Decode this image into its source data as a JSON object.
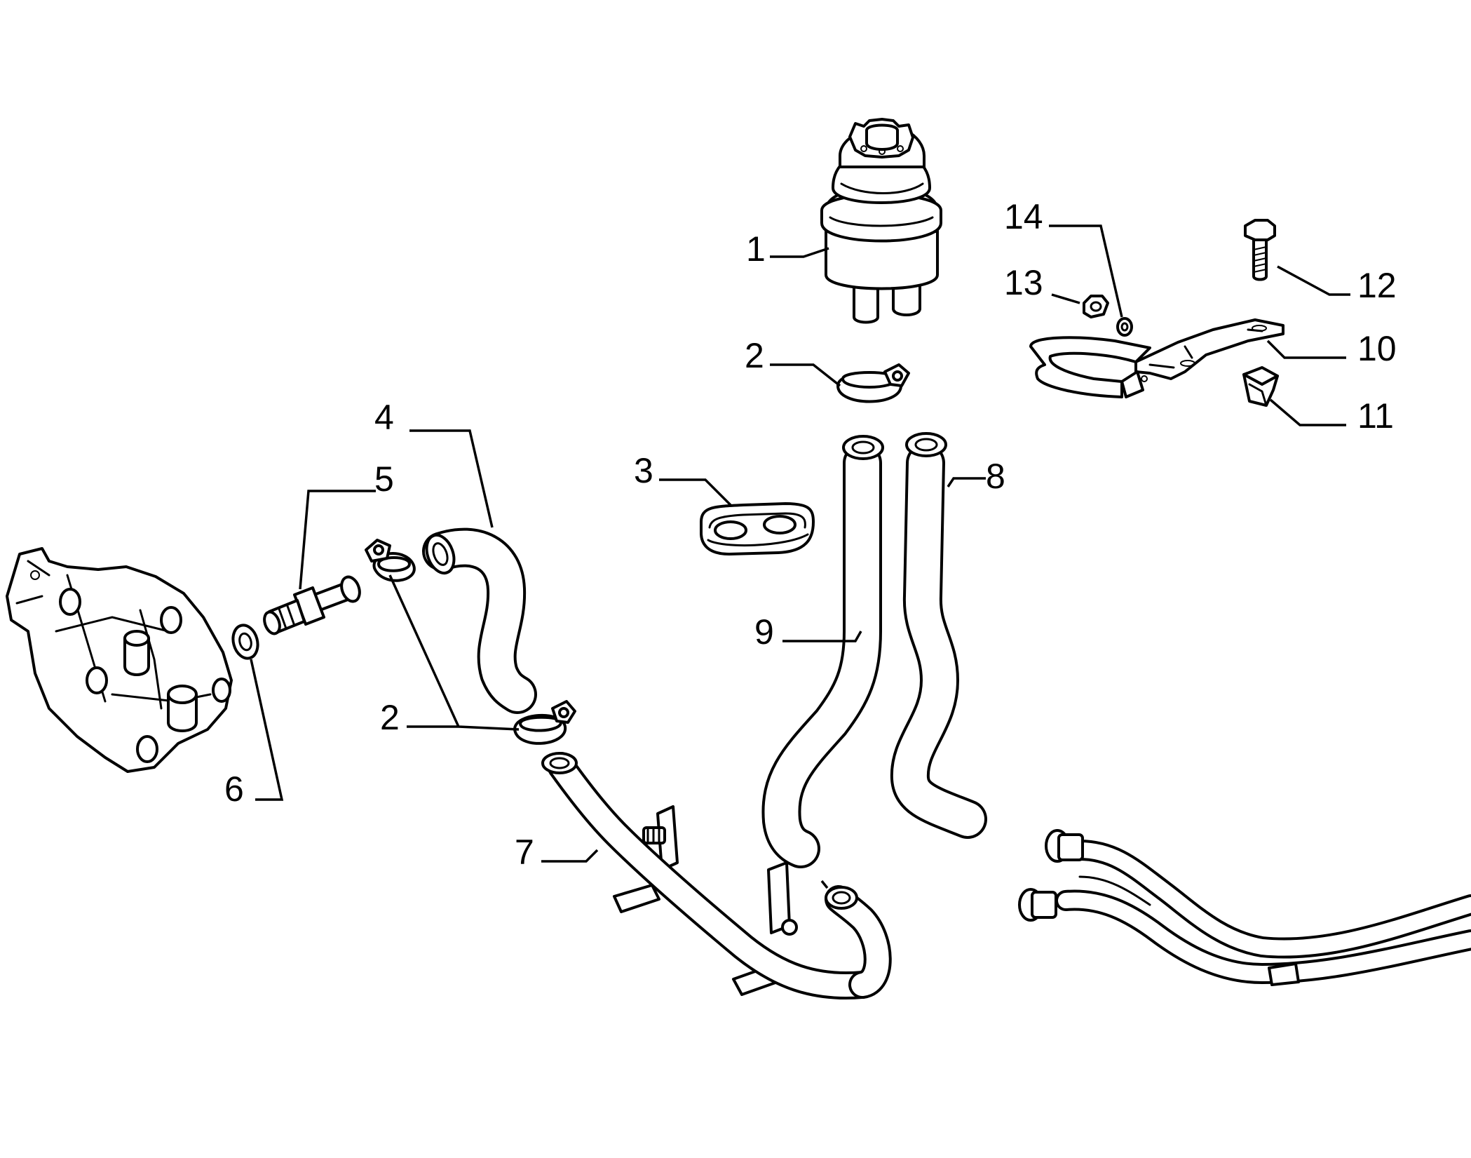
{
  "diagram": {
    "type": "exploded parts diagram",
    "callouts": [
      {
        "id": "c1",
        "label": "1"
      },
      {
        "id": "c2a",
        "label": "2"
      },
      {
        "id": "c2b",
        "label": "2"
      },
      {
        "id": "c3",
        "label": "3"
      },
      {
        "id": "c4",
        "label": "4"
      },
      {
        "id": "c5",
        "label": "5"
      },
      {
        "id": "c6",
        "label": "6"
      },
      {
        "id": "c7",
        "label": "7"
      },
      {
        "id": "c8",
        "label": "8"
      },
      {
        "id": "c9",
        "label": "9"
      },
      {
        "id": "c10",
        "label": "10"
      },
      {
        "id": "c11",
        "label": "11"
      },
      {
        "id": "c12",
        "label": "12"
      },
      {
        "id": "c13",
        "label": "13"
      },
      {
        "id": "c14",
        "label": "14"
      }
    ]
  }
}
